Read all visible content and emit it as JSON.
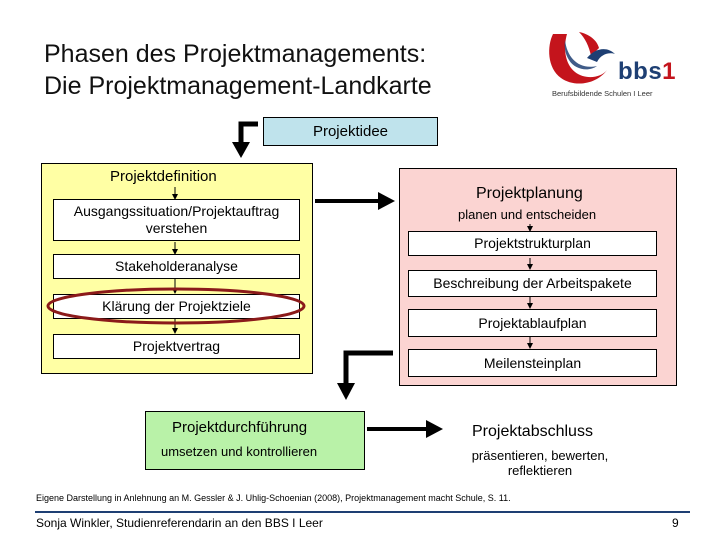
{
  "title": {
    "line1": "Phasen des Projektmanagements:",
    "line2": "Die Projektmanagement-Landkarte"
  },
  "logo": {
    "text_main": "bbs",
    "text_num": "1",
    "subtitle": "Berufsbildende Schulen I  Leer",
    "colors": {
      "red": "#c4141c",
      "blue": "#1e3f73"
    }
  },
  "diagram": {
    "projektidee": "Projektidee",
    "definition": {
      "title": "Projektdefinition",
      "steps": [
        {
          "line1": "Ausgangssituation/Projektauftrag",
          "line2": "verstehen"
        },
        {
          "line1": "Stakeholderanalyse"
        },
        {
          "line1": "Klärung der Projektziele",
          "highlighted": true
        },
        {
          "line1": "Projektvertrag"
        }
      ]
    },
    "planung": {
      "title": "Projektplanung",
      "subtitle": "planen und entscheiden",
      "steps": [
        "Projektstrukturplan",
        "Beschreibung der Arbeitspakete",
        "Projektablaufplan",
        "Meilensteinplan"
      ]
    },
    "durchfuehrung": {
      "title": "Projektdurchführung",
      "subtitle": "umsetzen und kontrollieren"
    },
    "abschluss": {
      "title": "Projektabschluss",
      "subtitle_line1": "präsentieren, bewerten,",
      "subtitle_line2": "reflektieren"
    },
    "colors": {
      "idee": "#bfe3ec",
      "definition": "#ffffa4",
      "planung": "#fbd4d2",
      "durchfuehrung": "#b9f2a8",
      "highlight_ring": "#8b1a1a"
    }
  },
  "footer": {
    "source": "Eigene Darstellung in Anlehnung an M. Gessler & J. Uhlig-Schoenian (2008), Projektmanagement macht Schule, S. 11.",
    "author": "Sonja Winkler, Studienreferendarin an den BBS I  Leer",
    "page": "9"
  }
}
